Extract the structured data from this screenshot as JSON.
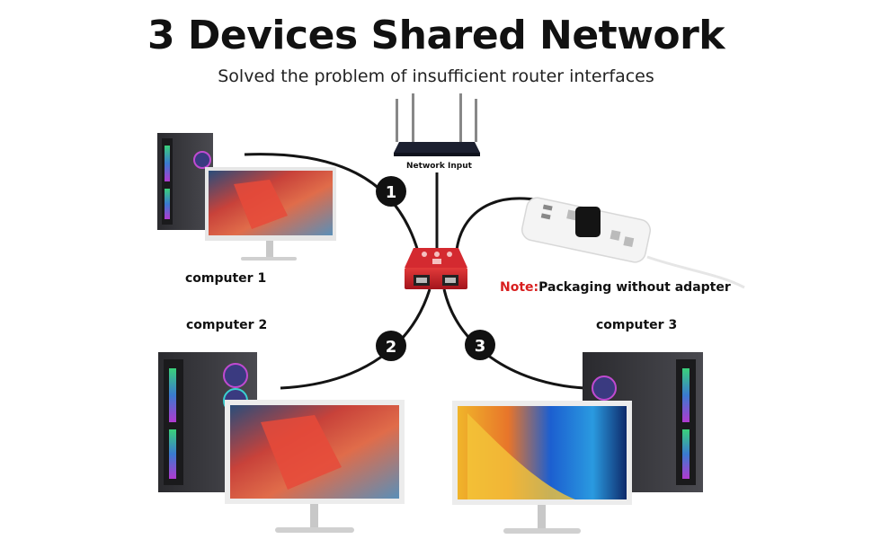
{
  "title": "3 Devices Shared Network",
  "subtitle": "Solved the problem of insufficient router interfaces",
  "router": {
    "label": "Network Input"
  },
  "computers": [
    {
      "label": "computer 1",
      "number": "1"
    },
    {
      "label": "computer 2",
      "number": "2"
    },
    {
      "label": "computer 3",
      "number": "3"
    }
  ],
  "note": {
    "prefix": "Note:",
    "text": "Packaging without adapter"
  },
  "colors": {
    "accent": "#d81e1e",
    "device_red": "#c8202a",
    "cable": "#141414"
  }
}
